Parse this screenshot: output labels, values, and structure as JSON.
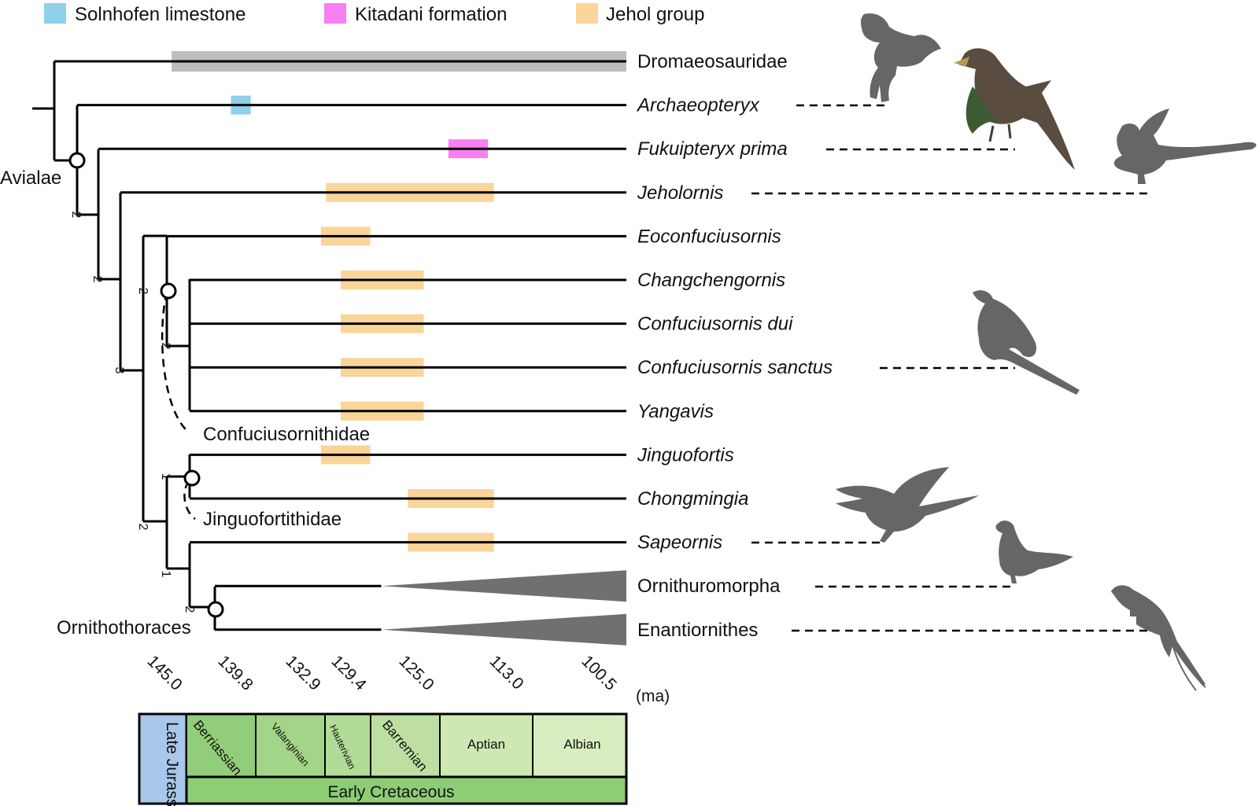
{
  "legend": [
    {
      "label": "Solnhofen limestone",
      "color": "#8fd0ea"
    },
    {
      "label": "Kitadani formation",
      "color": "#f77ff0"
    },
    {
      "label": "Jehol group",
      "color": "#fad59a"
    }
  ],
  "taxa": [
    {
      "name": "Dromaeosauridae",
      "italic": false,
      "range_color": "#bdbdbd",
      "range": [
        146.5,
        100.5
      ]
    },
    {
      "name": "Archaeopteryx",
      "italic": true,
      "range_color": "#8fd0ea",
      "range": [
        140.5,
        138.5
      ]
    },
    {
      "name": "Fukuipteryx prima",
      "italic": true,
      "range_color": "#f77ff0",
      "range": [
        118.5,
        114.5
      ]
    },
    {
      "name": "Jeholornis",
      "italic": true,
      "range_color": "#fad59a",
      "range": [
        130.9,
        113.9
      ]
    },
    {
      "name": "Eoconfuciusornis",
      "italic": true,
      "range_color": "#fad59a",
      "range": [
        131.4,
        126.4
      ]
    },
    {
      "name": "Changchengornis",
      "italic": true,
      "range_color": "#fad59a",
      "range": [
        129.4,
        121.0
      ]
    },
    {
      "name": "Confuciusornis dui",
      "italic": true,
      "range_color": "#fad59a",
      "range": [
        129.4,
        121.0
      ]
    },
    {
      "name": "Confuciusornis sanctus",
      "italic": true,
      "range_color": "#fad59a",
      "range": [
        129.4,
        121.0
      ]
    },
    {
      "name": "Yangavis",
      "italic": true,
      "range_color": "#fad59a",
      "range": [
        129.4,
        121.0
      ]
    },
    {
      "name": "Jinguofortis",
      "italic": true,
      "range_color": "#fad59a",
      "range": [
        131.4,
        126.4
      ]
    },
    {
      "name": "Chongmingia",
      "italic": true,
      "range_color": "#fad59a",
      "range": [
        122.6,
        113.9
      ]
    },
    {
      "name": "Sapeornis",
      "italic": true,
      "range_color": "#fad59a",
      "range": [
        122.6,
        113.9
      ]
    },
    {
      "name": "Ornithuromorpha",
      "italic": false,
      "range_color": "#707070",
      "range": [
        125.3,
        100.5
      ]
    },
    {
      "name": "Enantiornithes",
      "italic": false,
      "range_color": "#707070",
      "range": [
        125.3,
        100.5
      ]
    }
  ],
  "clades": {
    "avialae": "Avialae",
    "confuciusornithidae": "Confuciusornithidae",
    "jinguofortithidae": "Jinguofortithidae",
    "ornithothoraces": "Ornithothoraces"
  },
  "support_values": [
    "2",
    "2",
    "3",
    "2",
    "2",
    "1",
    "2",
    "1",
    "2"
  ],
  "time_axis": {
    "ticks": [
      "145.0",
      "139.8",
      "132.9",
      "129.4",
      "125.0",
      "113.0",
      "100.5"
    ],
    "unit": "(ma)"
  },
  "timescale": {
    "late_jurassic": "Late Jurassic",
    "epoch": "Early Cretaceous",
    "stages": [
      "Berriassian",
      "Valanginian",
      "Hauterivian",
      "Barremian",
      "Aptian",
      "Albian"
    ]
  },
  "colors": {
    "jurassic": "#a7c7eb",
    "epoch": "#8ccd75",
    "stages": [
      "#92cd79",
      "#a3d589",
      "#b1db96",
      "#bde0a2",
      "#cfe8b2",
      "#d8edbf"
    ],
    "silhouette": "#666666"
  },
  "silhouettes": [
    "dromaeosaur-silhouette",
    "archaeopteryx-reconstruction",
    "fukuipteryx-silhouette",
    "confuciusornis-silhouette",
    "sapeornis-silhouette",
    "ornithuromorph-silhouette",
    "enantiornithine-silhouette"
  ]
}
